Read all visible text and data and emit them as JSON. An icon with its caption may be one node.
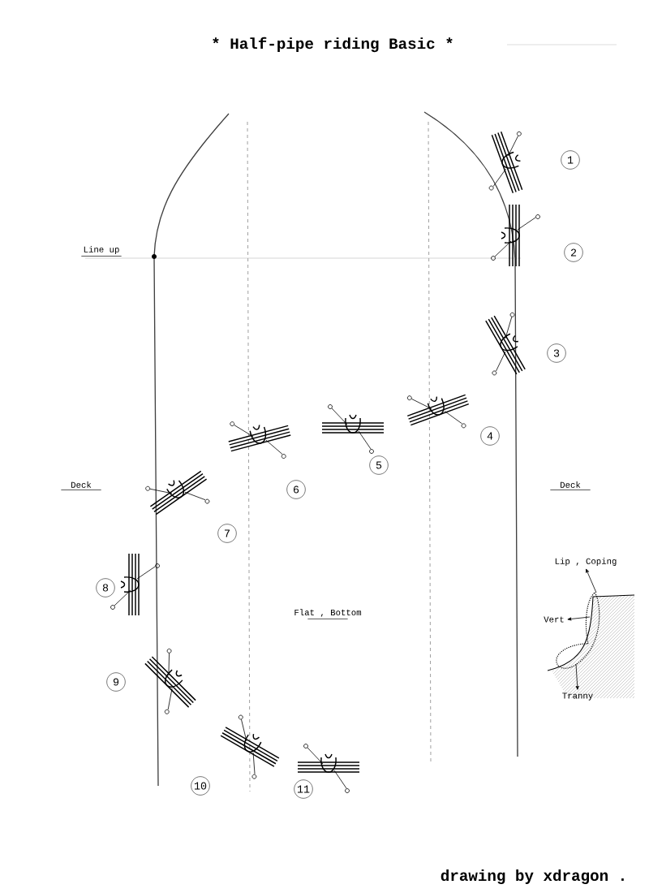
{
  "diagram": {
    "title": "* Half-pipe riding Basic *",
    "nodes": [
      {
        "text": [
          "Lip , Coping"
        ]
      },
      {
        "text": [
          "Vert"
        ]
      },
      {
        "text": [
          "Tranny"
        ]
      },
      {
        "text": [],
        "shape": "picture"
      }
    ],
    "edges": [
      {
        "from": 3,
        "to": 0,
        "arrow": "to"
      },
      {
        "from": 3,
        "to": 1,
        "arrow": "to"
      },
      {
        "from": 3,
        "to": 2,
        "arrow": "to"
      }
    ],
    "labels": [
      "1",
      "Line up",
      "2",
      "3",
      "4",
      "5",
      "Deck",
      "6",
      "Deck",
      "7",
      "8",
      "Flat , Bottom",
      "9",
      "10",
      "11",
      "drawing by xdragon ."
    ]
  }
}
